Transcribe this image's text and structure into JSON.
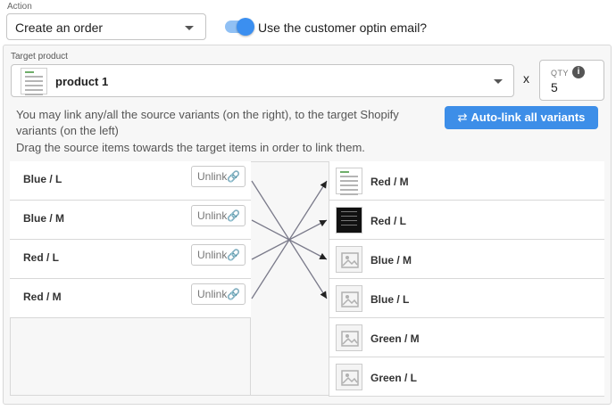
{
  "action": {
    "label": "Action",
    "selected": "Create an order"
  },
  "optin_toggle": {
    "label": "Use the customer optin email?",
    "checked": true
  },
  "target_product": {
    "label": "Target product",
    "selected": "product 1"
  },
  "multiply_sign": "x",
  "qty": {
    "label": "QTY",
    "info_glyph": "i",
    "value": "5"
  },
  "help": {
    "line1": "You may link any/all the source variants (on the right), to the target Shopify variants (on the left)",
    "line2": "Drag the source items towards the target items in order to link them."
  },
  "autolink_button": {
    "icon": "⇄",
    "label": "Auto-link all variants"
  },
  "target_variants": [
    {
      "label": "Blue / L",
      "unlink_label": "Unlink"
    },
    {
      "label": "Blue / M",
      "unlink_label": "Unlink"
    },
    {
      "label": "Red / L",
      "unlink_label": "Unlink"
    },
    {
      "label": "Red / M",
      "unlink_label": "Unlink"
    }
  ],
  "source_variants": [
    {
      "label": "Red / M",
      "image": "product"
    },
    {
      "label": "Red / L",
      "image": "dark"
    },
    {
      "label": "Blue / M",
      "image": "placeholder"
    },
    {
      "label": "Blue / L",
      "image": "placeholder"
    },
    {
      "label": "Green / M",
      "image": "placeholder"
    },
    {
      "label": "Green / L",
      "image": "placeholder"
    }
  ],
  "links": [
    {
      "target": "Blue / L",
      "source": "Blue / L"
    },
    {
      "target": "Blue / M",
      "source": "Blue / M"
    },
    {
      "target": "Red / L",
      "source": "Red / L"
    },
    {
      "target": "Red / M",
      "source": "Red / M"
    }
  ],
  "colors": {
    "accent": "#3d8ee8",
    "toggle_on": "#3b8ff0",
    "link_line": "#7a7a8a"
  }
}
